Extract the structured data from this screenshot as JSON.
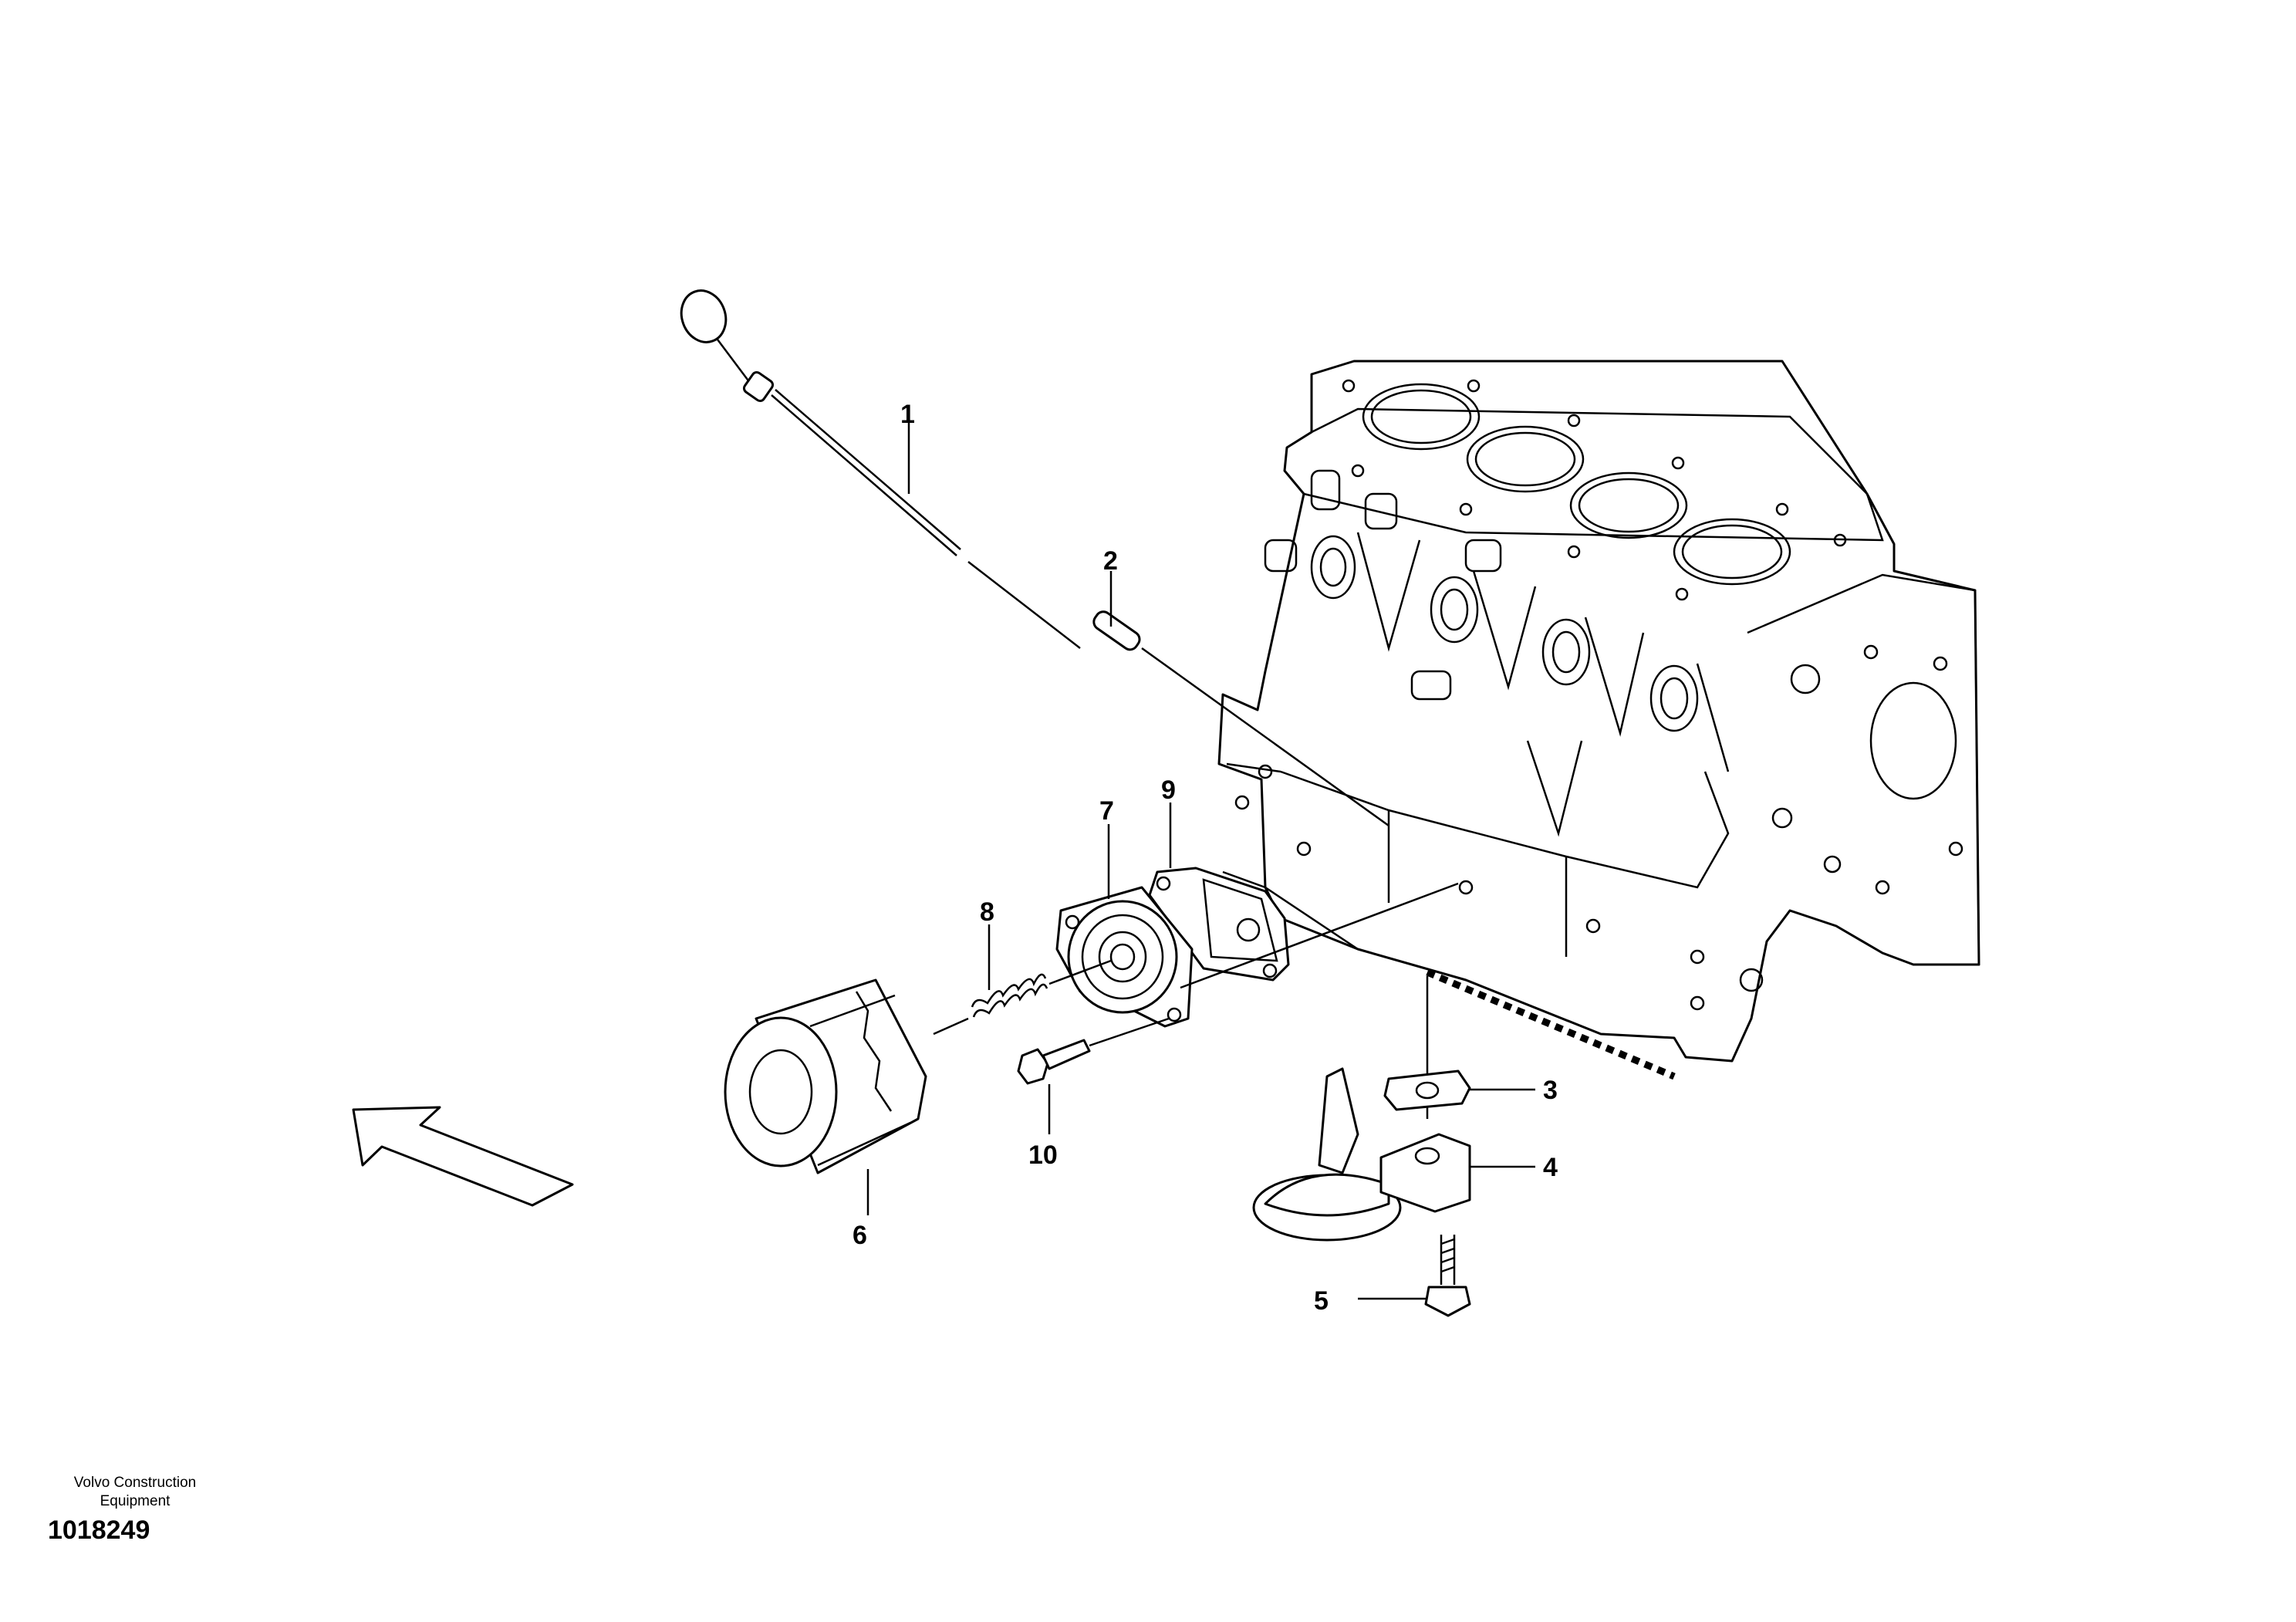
{
  "diagram": {
    "callouts": [
      {
        "id": "1",
        "label": "1"
      },
      {
        "id": "2",
        "label": "2"
      },
      {
        "id": "3",
        "label": "3"
      },
      {
        "id": "4",
        "label": "4"
      },
      {
        "id": "5",
        "label": "5"
      },
      {
        "id": "6",
        "label": "6"
      },
      {
        "id": "7",
        "label": "7"
      },
      {
        "id": "8",
        "label": "8"
      },
      {
        "id": "9",
        "label": "9"
      },
      {
        "id": "10",
        "label": "10"
      }
    ]
  },
  "footer": {
    "brand_line1": "Volvo Construction",
    "brand_line2": "Equipment",
    "figure_number": "1018249"
  }
}
